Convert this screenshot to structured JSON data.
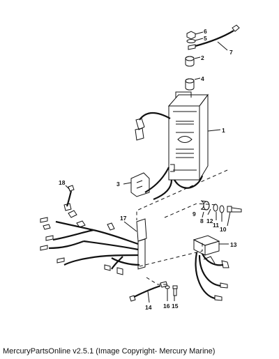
{
  "caption": "MercuryPartsOnline v2.5.1 (Image Copyright- Mercury Marine)",
  "callouts": [
    "1",
    "2",
    "3",
    "4",
    "5",
    "6",
    "7",
    "8",
    "9",
    "10",
    "11",
    "12",
    "13",
    "14",
    "15",
    "16",
    "17",
    "18"
  ]
}
